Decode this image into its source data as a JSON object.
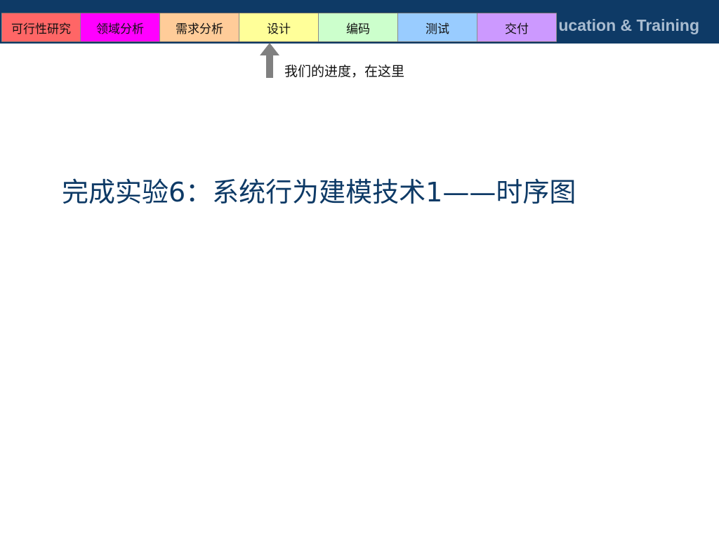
{
  "header": {
    "brand_text": "ucation & Training",
    "phases": [
      {
        "label": "可行性研究",
        "color": "#ff6666"
      },
      {
        "label": "领域分析",
        "color": "#ff00ff"
      },
      {
        "label": "需求分析",
        "color": "#ffcc99"
      },
      {
        "label": "设计",
        "color": "#ffff99"
      },
      {
        "label": "编码",
        "color": "#ccffcc"
      },
      {
        "label": "测试",
        "color": "#99ccff"
      },
      {
        "label": "交付",
        "color": "#cc99ff"
      }
    ],
    "current_phase": "设计"
  },
  "progress_note": "我们的进度，在这里",
  "title": "完成实验6：系统行为建模技术1——时序图",
  "colors": {
    "header_bg": "#0e3a66",
    "title": "#0e3a66",
    "arrow": "#808080"
  }
}
